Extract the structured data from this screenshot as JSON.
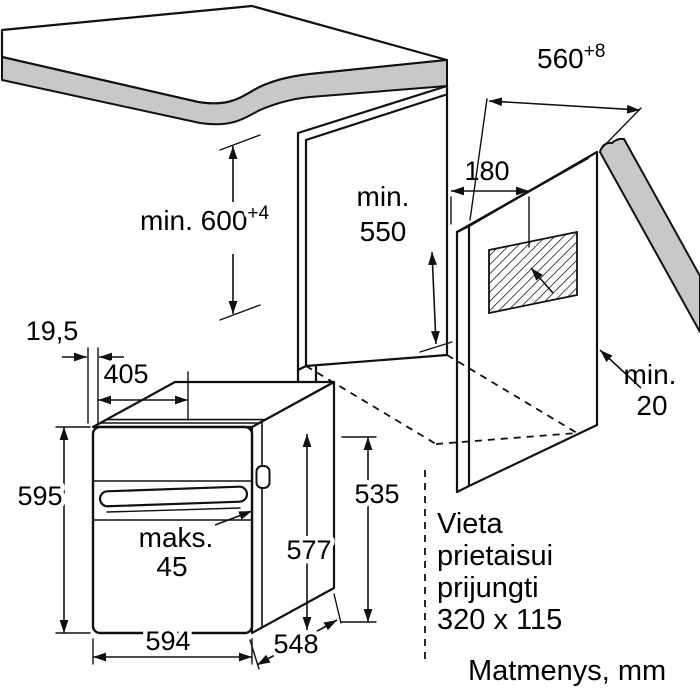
{
  "colors": {
    "line": "#111111",
    "worktop_shade": "#c8c8c8"
  },
  "dim": {
    "niche_width": {
      "v": "560",
      "sup": "+8"
    },
    "recess_width": {
      "v": "180"
    },
    "niche_depth": {
      "l1": "min.",
      "l2": "550"
    },
    "niche_height": {
      "v": "min. 600",
      "sup": "+4"
    },
    "rear_gap": {
      "l1": "min.",
      "l2": "20"
    },
    "front_overhang": {
      "v": "19,5"
    },
    "top_depth": {
      "v": "405"
    },
    "oven_height": {
      "v": "595"
    },
    "body_height": {
      "v": "535"
    },
    "handle_depth": {
      "l1": "maks.",
      "l2": "45"
    },
    "inner_height": {
      "v": "577"
    },
    "oven_width": {
      "v": "594"
    },
    "body_depth": {
      "v": "548"
    }
  },
  "note": {
    "l1": "Vieta",
    "l2": "prietaisui",
    "l3": "prijungti",
    "l4": "320 x 115"
  },
  "footer": {
    "units": "Matmenys, mm"
  }
}
